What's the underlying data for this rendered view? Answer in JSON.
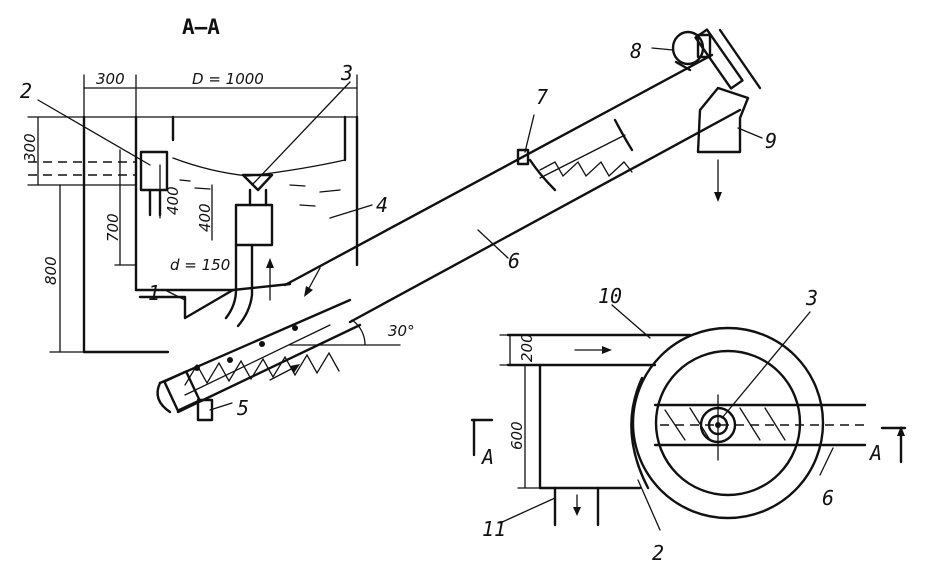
{
  "section_title": "А–А",
  "labels": {
    "n1": "1",
    "n2_top": "2",
    "n3_top": "3",
    "n4": "4",
    "n5": "5",
    "n6_conveyor": "6",
    "n7": "7",
    "n8": "8",
    "n9": "9",
    "n10": "10",
    "n3_bottom": "3",
    "n6_bottom": "6",
    "n11": "11",
    "n2_bottom": "2"
  },
  "dimensions": {
    "w300": "300",
    "diameter": "D = 1000",
    "h300": "300",
    "h400a": "400",
    "h400b": "400",
    "h700": "700",
    "h800": "800",
    "d150": "d = 150",
    "angle": "30°",
    "h200": "200",
    "h600": "600"
  },
  "section_marks": {
    "left": "А",
    "right": "А"
  }
}
